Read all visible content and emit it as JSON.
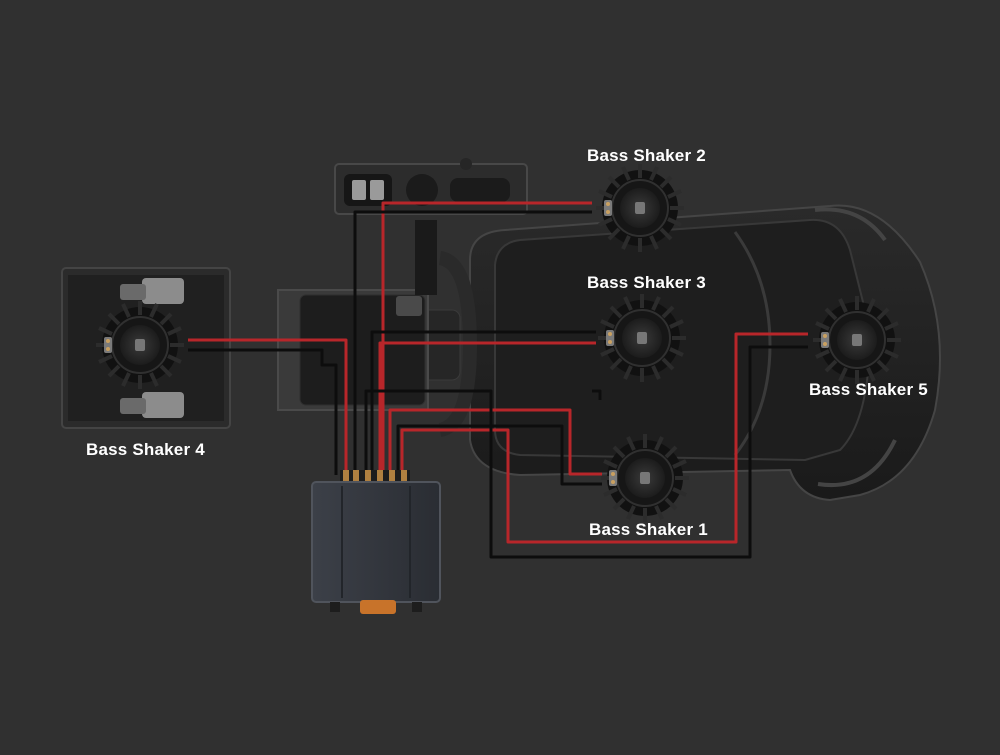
{
  "colors": {
    "background": "#303030",
    "wire_red": "#b8262a",
    "wire_black": "#0d0d0d",
    "label_text": "#ffffff"
  },
  "labels": {
    "shaker_1": "Bass Shaker 1",
    "shaker_2": "Bass Shaker 2",
    "shaker_3": "Bass Shaker 3",
    "shaker_4": "Bass Shaker 4",
    "shaker_5": "Bass Shaker 5"
  },
  "icons": [
    "seat-icon",
    "steering-wheel-icon",
    "wheel-base-icon",
    "pedal-set-icon",
    "shifter-icon",
    "amplifier-icon",
    "bass-shaker-icon"
  ]
}
